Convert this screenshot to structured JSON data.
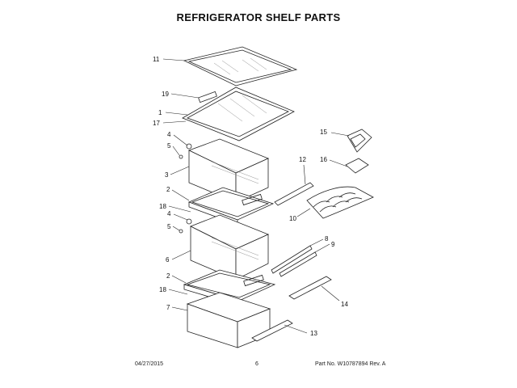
{
  "title": "REFRIGERATOR SHELF PARTS",
  "callouts": [
    {
      "n": "11"
    },
    {
      "n": "19"
    },
    {
      "n": "1"
    },
    {
      "n": "17"
    },
    {
      "n": "4"
    },
    {
      "n": "5"
    },
    {
      "n": "3"
    },
    {
      "n": "2"
    },
    {
      "n": "18"
    },
    {
      "n": "4"
    },
    {
      "n": "5"
    },
    {
      "n": "6"
    },
    {
      "n": "2"
    },
    {
      "n": "18"
    },
    {
      "n": "7"
    },
    {
      "n": "15"
    },
    {
      "n": "16"
    },
    {
      "n": "12"
    },
    {
      "n": "10"
    },
    {
      "n": "8"
    },
    {
      "n": "9"
    },
    {
      "n": "14"
    },
    {
      "n": "13"
    }
  ],
  "footer": {
    "date": "04/27/2015",
    "page": "6",
    "part": "Part No.  W10787894   Rev. A"
  }
}
